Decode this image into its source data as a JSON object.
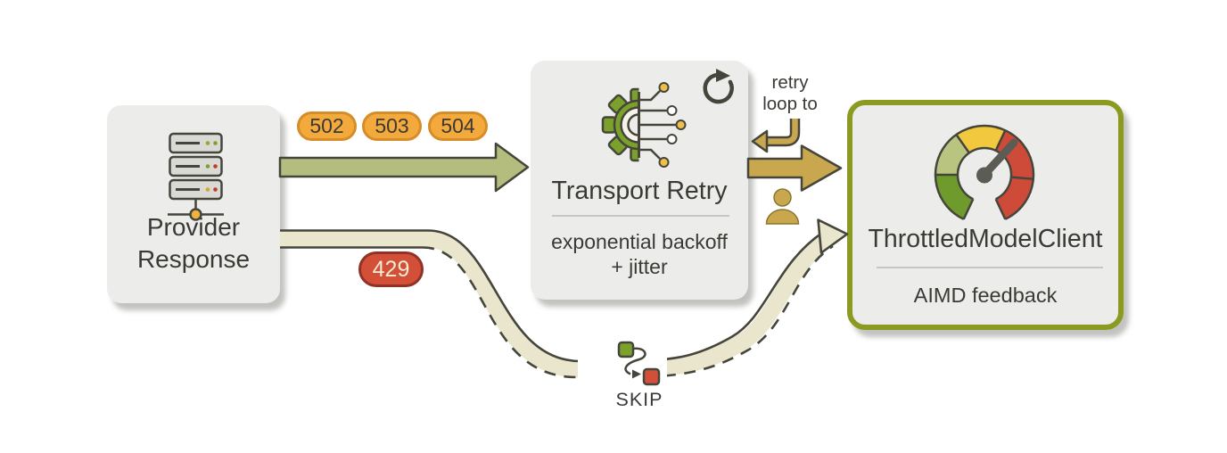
{
  "nodes": {
    "provider_response": {
      "title_line1": "Provider",
      "title_line2": "Response"
    },
    "transport_retry": {
      "title": "Transport Retry",
      "subtitle_line1": "exponential backoff",
      "subtitle_line2": "+ jitter"
    },
    "throttled_model_client": {
      "title": "ThrottledModelClient",
      "subtitle": "AIMD feedback"
    }
  },
  "badges": {
    "http_502": "502",
    "http_503": "503",
    "http_504": "504",
    "http_429": "429"
  },
  "labels": {
    "retry_loop_line1": "retry",
    "retry_loop_line2": "loop to",
    "skip": "SKIP"
  },
  "icons": {
    "server-stack-icon": "three stacked server units with status LEDs and network node",
    "gear-circuit-icon": "half green gear with circuit traces and contact dots",
    "refresh-icon": "circular clockwise arrow",
    "return-arrow-icon": "hooked return arrow pointing left",
    "person-icon": "user silhouette",
    "gauge-icon": "speedometer arc green-yellow-red with needle",
    "skip-flow-icon": "green square linked by s-curve arrow to red square"
  },
  "colors": {
    "background": "#ffffff",
    "box_fill": "#ececea",
    "outline_dark": "#45453c",
    "text_dark": "#3a3a35",
    "client_border_olive": "#8b9b21",
    "arrow_green": "#b5bd7e",
    "arrow_tan": "#c9a74f",
    "path_cream": "#eae6cd",
    "badge_orange_fill": "#f3a93c",
    "badge_orange_border": "#d68c28",
    "badge_red_fill": "#d44f38",
    "badge_red_border": "#8e3325",
    "badge_red_text": "#f2ecd4",
    "gear_green": "#7ba12b",
    "gauge_dark_green": "#6f9b2c",
    "gauge_light_green": "#b9c480",
    "gauge_yellow": "#f1c83e",
    "gauge_red": "#cd4b38",
    "needle_gray": "#5c5c55",
    "node_gold": "#eec04a",
    "divider_gray": "#c7c7c2",
    "server_fill": "#d9d9d5"
  }
}
